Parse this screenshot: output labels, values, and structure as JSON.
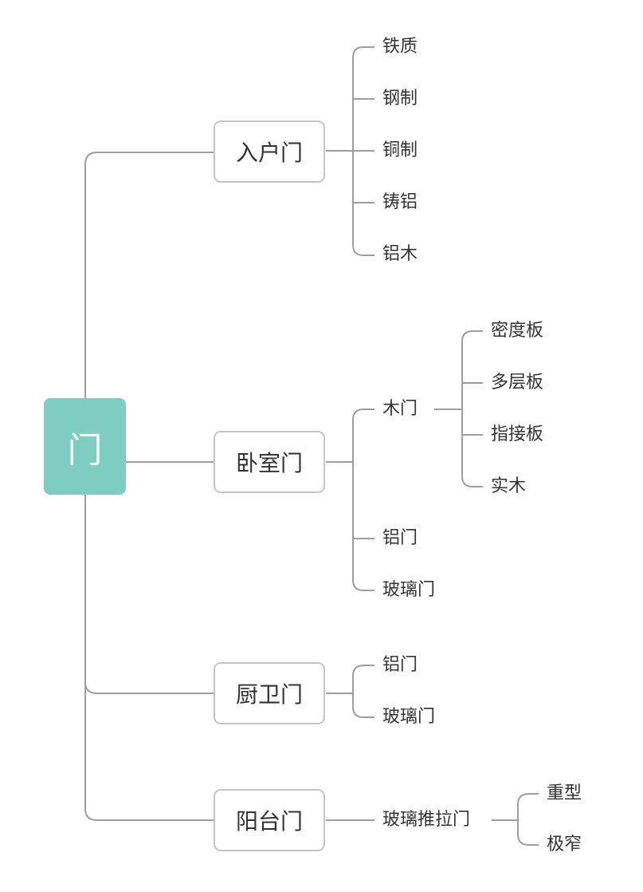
{
  "diagram": {
    "type": "mind-map",
    "root": {
      "label": "门",
      "color": "#7ecdc1"
    },
    "line_color": "#9e9e9e",
    "branches": [
      {
        "label": "入户门",
        "children": [
          {
            "label": "铁质"
          },
          {
            "label": "钢制"
          },
          {
            "label": "铜制"
          },
          {
            "label": "铸铝"
          },
          {
            "label": "铝木"
          }
        ]
      },
      {
        "label": "卧室门",
        "children": [
          {
            "label": "木门",
            "children": [
              {
                "label": "密度板"
              },
              {
                "label": "多层板"
              },
              {
                "label": "指接板"
              },
              {
                "label": "实木"
              }
            ]
          },
          {
            "label": "铝门"
          },
          {
            "label": "玻璃门"
          }
        ]
      },
      {
        "label": "厨卫门",
        "children": [
          {
            "label": "铝门"
          },
          {
            "label": "玻璃门"
          }
        ]
      },
      {
        "label": "阳台门",
        "children": [
          {
            "label": "玻璃推拉门",
            "children": [
              {
                "label": "重型"
              },
              {
                "label": "极窄"
              }
            ]
          }
        ]
      }
    ]
  }
}
